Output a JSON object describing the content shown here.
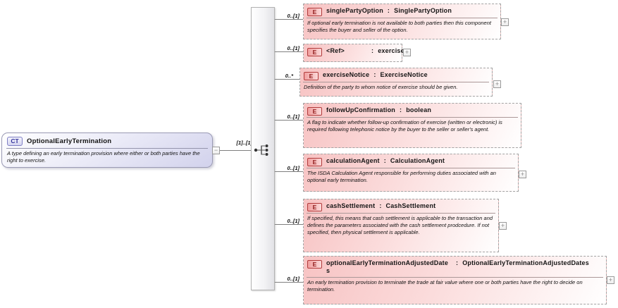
{
  "ui": {
    "colon": ":",
    "plus": "+",
    "minus": "−"
  },
  "root": {
    "badge": "CT",
    "title": "OptionalEarlyTermination",
    "description": "A type defining an early termination provision where either or both parties have the right to exercise.",
    "cardinality": "[1]..[1]",
    "compositor": "sequence"
  },
  "elements": [
    {
      "badge": "E",
      "name": "singlePartyOption",
      "type": "SinglePartyOption",
      "cardinality": "0..[1]",
      "description": "If optional early termination is not available to both parties then this component specifies the buyer and seller of the option.",
      "expandable": true
    },
    {
      "badge": "E",
      "name": "<Ref>",
      "type": "exercise",
      "cardinality": "0..[1]",
      "description": "",
      "expandable": true
    },
    {
      "badge": "E",
      "name": "exerciseNotice",
      "type": "ExerciseNotice",
      "cardinality": "0..*",
      "description": "Definition of the party to whom notice of exercise should be given.",
      "expandable": true
    },
    {
      "badge": "E",
      "name": "followUpConfirmation",
      "type": "boolean",
      "cardinality": "0..[1]",
      "description": "A flag to indicate whether follow-up confirmation of exercise (written or electronic) is required following telephonic notice by the buyer to the seller or seller's agent.",
      "expandable": false
    },
    {
      "badge": "E",
      "name": "calculationAgent",
      "type": "CalculationAgent",
      "cardinality": "0..[1]",
      "description": "The ISDA Calculation Agent responsible for performing duties associated with an optional early termination.",
      "expandable": true
    },
    {
      "badge": "E",
      "name": "cashSettlement",
      "type": "CashSettlement",
      "cardinality": "0..[1]",
      "description": "If specified, this means that cash settlement is applicable to the transaction and defines the parameters associated with the cash settlement prodcedure. If not specified, then physical settlement is applicable.",
      "expandable": true
    },
    {
      "badge": "E",
      "name": "optionalEarlyTerminationAdjustedDates",
      "type": "OptionalEarlyTerminationAdjustedDates",
      "cardinality": "0..[1]",
      "description": "An early termination provision to terminate the trade at fair value where one or both parties have the right to decide on termination.",
      "expandable": true
    }
  ],
  "colors": {
    "element_fill": "#f7c3c3",
    "element_border_dashed": "#a3a3a3",
    "element_badge_border": "#b23b3b",
    "element_badge_text": "#8f1a1a",
    "ct_fill": "#d2d2ec",
    "ct_badge_border": "#7e7ec4",
    "ct_badge_text": "#32329b",
    "connector": "#7f7f7f",
    "bar_fill": "#e2e2e6"
  }
}
